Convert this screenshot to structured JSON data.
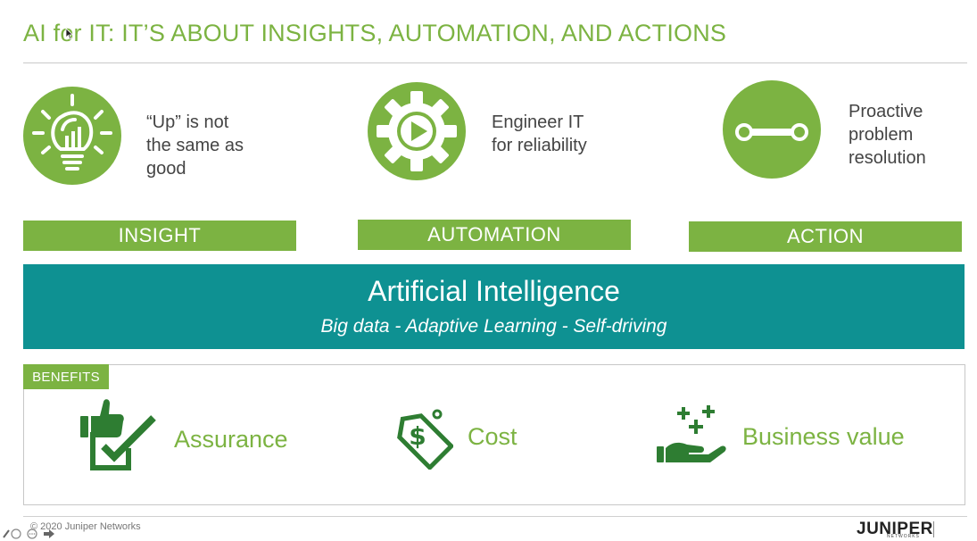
{
  "slide": {
    "title": "AI for IT: IT’S ABOUT INSIGHTS, AUTOMATION, AND ACTIONS"
  },
  "pillars": [
    {
      "icon": "lightbulb-icon",
      "text": "“Up” is not\nthe same as\ngood",
      "label": "INSIGHT"
    },
    {
      "icon": "gear-play-icon",
      "text": "Engineer IT\nfor reliability",
      "label": "AUTOMATION"
    },
    {
      "icon": "connector-icon",
      "text": "Proactive\nproblem\nresolution",
      "label": "ACTION"
    }
  ],
  "ai": {
    "title": "Artificial Intelligence",
    "subtitle": "Big data - Adaptive Learning - Self-driving"
  },
  "benefits": {
    "tag": "BENEFITS",
    "items": [
      {
        "icon": "thumbs-up-check-icon",
        "label": "Assurance"
      },
      {
        "icon": "price-tag-icon",
        "label": "Cost"
      },
      {
        "icon": "hand-plus-icon",
        "label": "Business value"
      }
    ]
  },
  "footer": {
    "copyright": "© 2020 Juniper Networks",
    "logo": "JUNIPER",
    "logo_sub": "NETWORKS"
  },
  "colors": {
    "green": "#7cb342",
    "teal": "#0e9192",
    "dark_green": "#2e7d32"
  }
}
